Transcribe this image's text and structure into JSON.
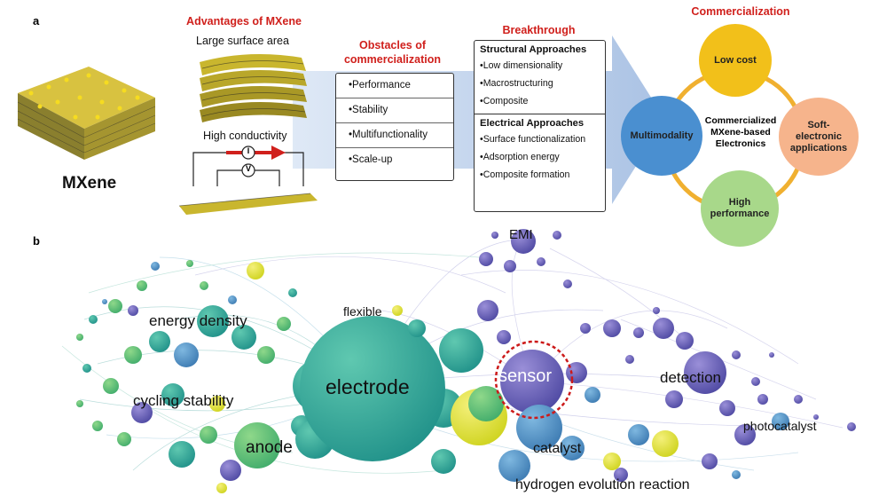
{
  "panel_a": {
    "letter": "a",
    "mxene_label": "MXene",
    "advantages_title": "Advantages of MXene",
    "large_surface_area": "Large surface area",
    "high_conductivity": "High conductivity",
    "current_symbol": "I",
    "voltage_symbol": "V",
    "obstacles_title_line1": "Obstacles of",
    "obstacles_title_line2": "commercialization",
    "obstacles": [
      "•Performance",
      "•Stability",
      "•Multifunctionality",
      "•Scale-up"
    ],
    "breakthrough_title": "Breakthrough",
    "structural_title": "Structural Approaches",
    "structural_items": [
      "•Low dimensionality",
      "•Macrostructuring",
      "•Composite"
    ],
    "electrical_title": "Electrical Approaches",
    "electrical_items": [
      "•Surface functionalization",
      "•Adsorption energy",
      "•Composite formation"
    ],
    "commercialization_title": "Commercialization",
    "center_line1": "Commercialized",
    "center_line2": "MXene-based",
    "center_line3": "Electronics",
    "circle_low_cost": "Low cost",
    "circle_soft_line1": "Soft-",
    "circle_soft_line2": "electronic",
    "circle_soft_line3": "applications",
    "circle_high_line1": "High",
    "circle_high_line2": "performance",
    "circle_multimodality": "Multimodality",
    "colors": {
      "accent_red": "#d0201c",
      "low_cost": "#f2c01a",
      "soft": "#f6b48c",
      "high_performance": "#a8d88a",
      "multimodality": "#4a8fd0",
      "ring": "#f0b030"
    }
  },
  "panel_b": {
    "letter": "b",
    "keywords": {
      "emi": "EMI",
      "flexible": "flexible",
      "energy_density": "energy density",
      "electrode": "electrode",
      "sensor": "sensor",
      "detection": "detection",
      "cycling_stability": "cycling stability",
      "photocatalyst": "photocatalyst",
      "anode": "anode",
      "catalyst": "catalyst",
      "hydrogen_evolution_reaction": "hydrogen evolution reaction"
    },
    "highlight_color": "#cc1a1a"
  }
}
